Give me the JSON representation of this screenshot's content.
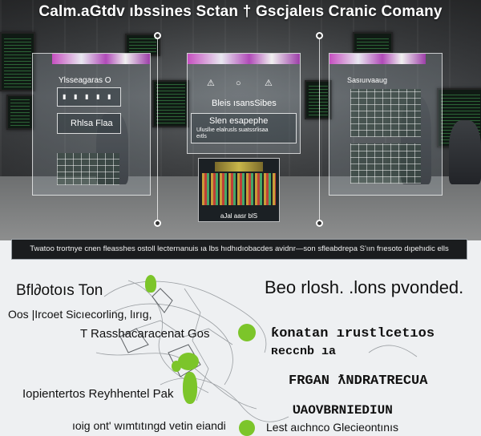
{
  "header": {
    "title": "Calm.aGtdv ıbssines Sctan  † Gscjaleıs Cranic Comany"
  },
  "panels": {
    "left": {
      "top_label": "Ylsseagaras O",
      "box_label": "Rhlsa Flaa"
    },
    "middle": {
      "center_label": "Bleis ısansSibes",
      "box_title": "Slen esapephe",
      "box_sub1": "Ulusllıe elalrusls suatssrlisaa",
      "box_sub2": "eıtls"
    },
    "right": {
      "top_label": "Sasıuıvaaug"
    },
    "chart_caption": "aJal aasr blS"
  },
  "strip": {
    "text": "Twatoo trortnye cnen fleasshes ostoll lecternanuis ıa lbs hıdhıdıobacdes avidnr—son sfleabdrepa S'ıın frıesoto dıpehıdic ells"
  },
  "lower": {
    "left_heading": "Bfl∂otoıs Ton",
    "left_line1": "Oos |Ircoet Sicıecorling, lırıg,",
    "left_line2": "T Rasshacaracenat Gos",
    "left_line3": "Iopientertos Reyhhentel Pak",
    "left_line4": "ıoig ont' wımtıtıngd vetin eiandi",
    "right_heading": "Beo rlosh. .lons pvonded.",
    "right_line1": "ƙonatan ırustlcetıos",
    "right_line2": "ʀeccnb ıa",
    "right_line3": "FRGAN  ƛNDRATRECUA",
    "right_line4": "ƲAOVBRNIEDIUN",
    "right_line5": "Lest aıchnco Glecieontınıs"
  },
  "colors": {
    "accent_green": "#7cc52a",
    "panel_bar_magenta": "#c64fc0",
    "strip_bg": "#1a1c1e"
  }
}
